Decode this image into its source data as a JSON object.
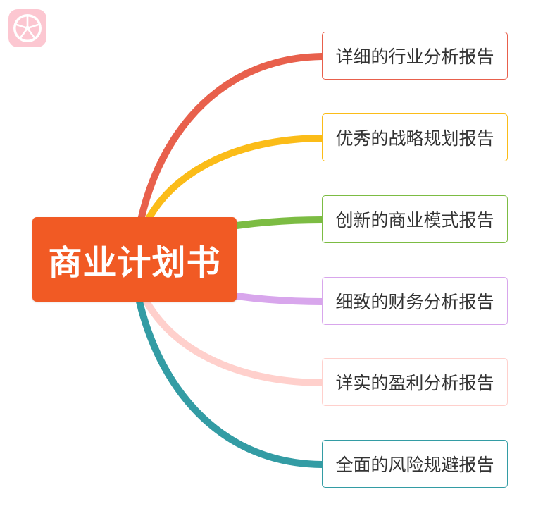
{
  "logo": {
    "icon": "grapefruit-slice-icon",
    "bg_color": "#fcc7d1",
    "fg_color": "#ffffff"
  },
  "root": {
    "label": "商业计划书",
    "color": "#f15a24"
  },
  "branches": [
    {
      "label": "详细的行业分析报告",
      "color": "#e8604c"
    },
    {
      "label": "优秀的战略规划报告",
      "color": "#fbbc18"
    },
    {
      "label": "创新的商业模式报告",
      "color": "#7cbc43"
    },
    {
      "label": "细致的财务分析报告",
      "color": "#d8a6ec"
    },
    {
      "label": "详实的盈利分析报告",
      "color": "#ffd0cc"
    },
    {
      "label": "全面的风险规避报告",
      "color": "#339ca4"
    }
  ]
}
